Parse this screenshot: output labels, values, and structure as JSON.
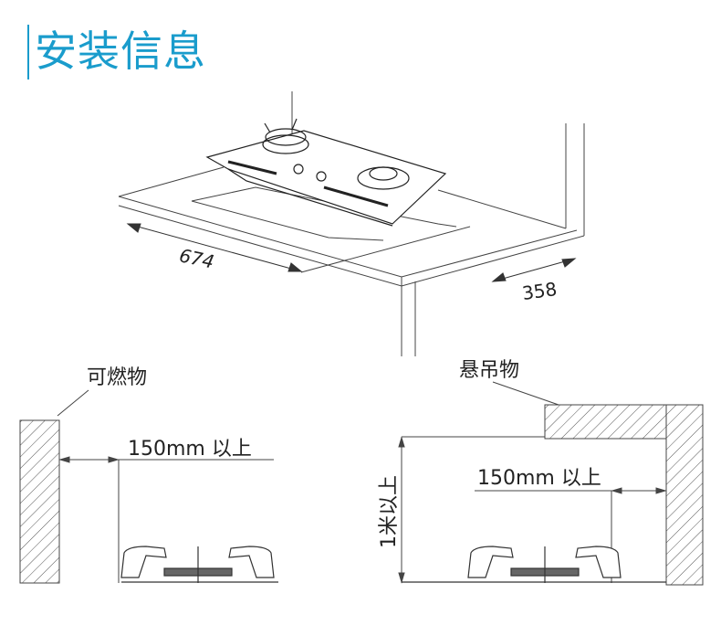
{
  "title": "安装信息",
  "top_diagram": {
    "width_label": "674",
    "depth_label": "358"
  },
  "left_diagram": {
    "label": "可燃物",
    "clearance_label": "150mm 以上"
  },
  "right_diagram": {
    "label": "悬吊物",
    "clearance_label": "150mm 以上",
    "height_label": "1米以上"
  },
  "colors": {
    "accent": "#1a9ccc",
    "line": "#333333"
  }
}
